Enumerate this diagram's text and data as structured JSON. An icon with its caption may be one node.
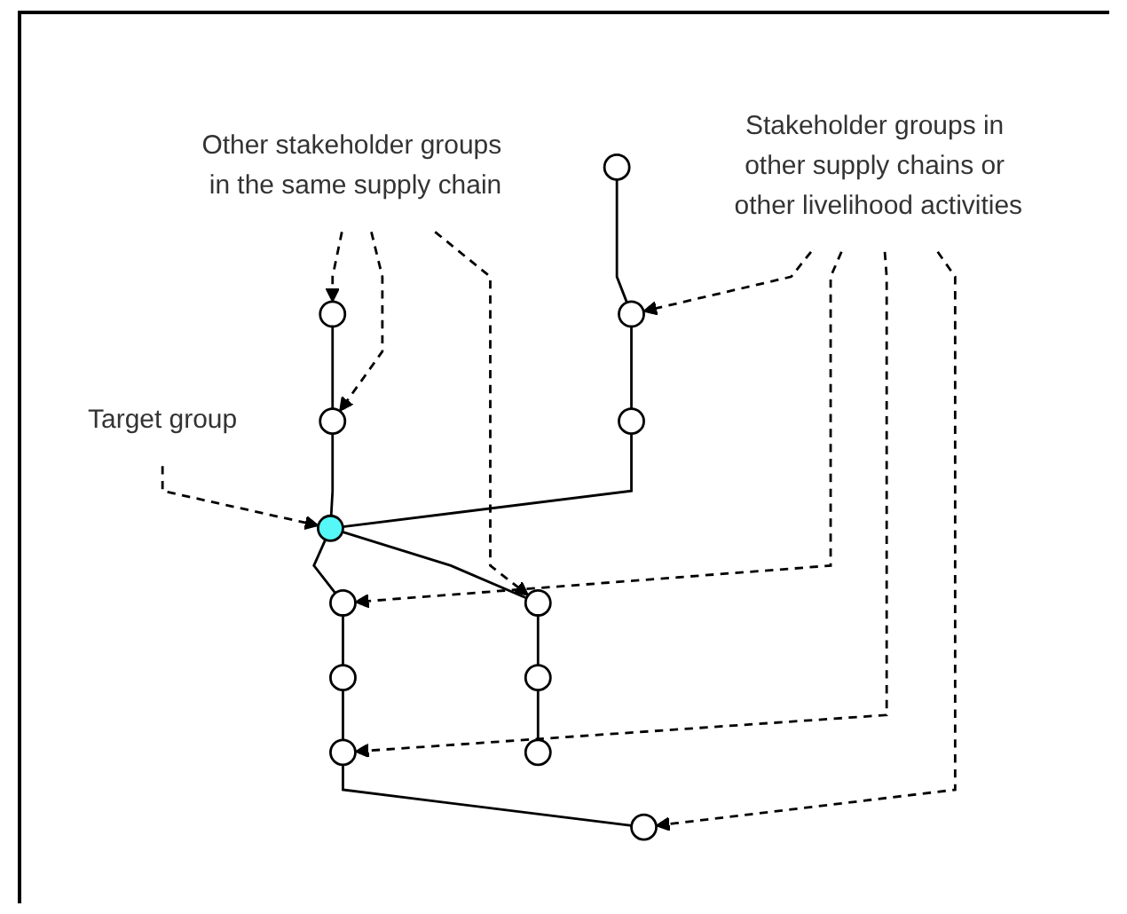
{
  "diagram": {
    "nodes": [
      {
        "text": [
          "Other stakeholder groups in the same supply chain"
        ]
      },
      {
        "text": [],
        "shape": "circle"
      },
      {
        "text": [
          "Target group"
        ]
      },
      {
        "text": [],
        "shape": "circle"
      },
      {
        "text": [],
        "shape": "circle"
      },
      {
        "text": [],
        "shape": "circle"
      },
      {
        "text": [],
        "shape": "circle"
      },
      {
        "text": [],
        "shape": "circle"
      },
      {
        "text": [],
        "shape": "circle"
      },
      {
        "text": [],
        "shape": "circle"
      },
      {
        "text": [],
        "shape": "circle"
      },
      {
        "text": [],
        "shape": "circle"
      },
      {
        "text": [],
        "shape": "circle"
      },
      {
        "text": [
          "Stakeholder groups in other supply chains or other livelihood activities"
        ]
      },
      {
        "text": [],
        "shape": "circle"
      },
      {
        "text": [],
        "shape": "circle"
      }
    ],
    "edges": [
      {
        "from": 1,
        "to": 3,
        "arrow": "none"
      },
      {
        "from": 3,
        "to": 7,
        "arrow": "none"
      },
      {
        "from": 4,
        "to": 5,
        "arrow": "none"
      },
      {
        "from": 5,
        "to": 6,
        "arrow": "none"
      },
      {
        "from": 6,
        "to": 7,
        "arrow": "none"
      },
      {
        "from": 7,
        "to": 8,
        "arrow": "none"
      },
      {
        "from": 8,
        "to": 9,
        "arrow": "none"
      },
      {
        "from": 9,
        "to": 10,
        "arrow": "none"
      },
      {
        "from": 10,
        "to": 11,
        "arrow": "none"
      },
      {
        "from": 7,
        "to": 12,
        "arrow": "none"
      },
      {
        "from": 12,
        "to": 14,
        "arrow": "none"
      },
      {
        "from": 14,
        "to": 15,
        "arrow": "none"
      },
      {
        "from": 2,
        "to": 7,
        "arrow": "to",
        "style": "dashed"
      },
      {
        "from": 0,
        "to": 1,
        "arrow": "to",
        "style": "dashed"
      },
      {
        "from": 0,
        "to": 3,
        "arrow": "to",
        "style": "dashed"
      },
      {
        "from": 0,
        "to": 12,
        "arrow": "to",
        "style": "dashed"
      },
      {
        "from": 13,
        "to": 5,
        "arrow": "to",
        "style": "dashed"
      },
      {
        "from": 13,
        "to": 8,
        "arrow": "to",
        "style": "dashed"
      },
      {
        "from": 13,
        "to": 10,
        "arrow": "to",
        "style": "dashed"
      },
      {
        "from": 13,
        "to": 11,
        "arrow": "to",
        "style": "dashed"
      }
    ]
  }
}
